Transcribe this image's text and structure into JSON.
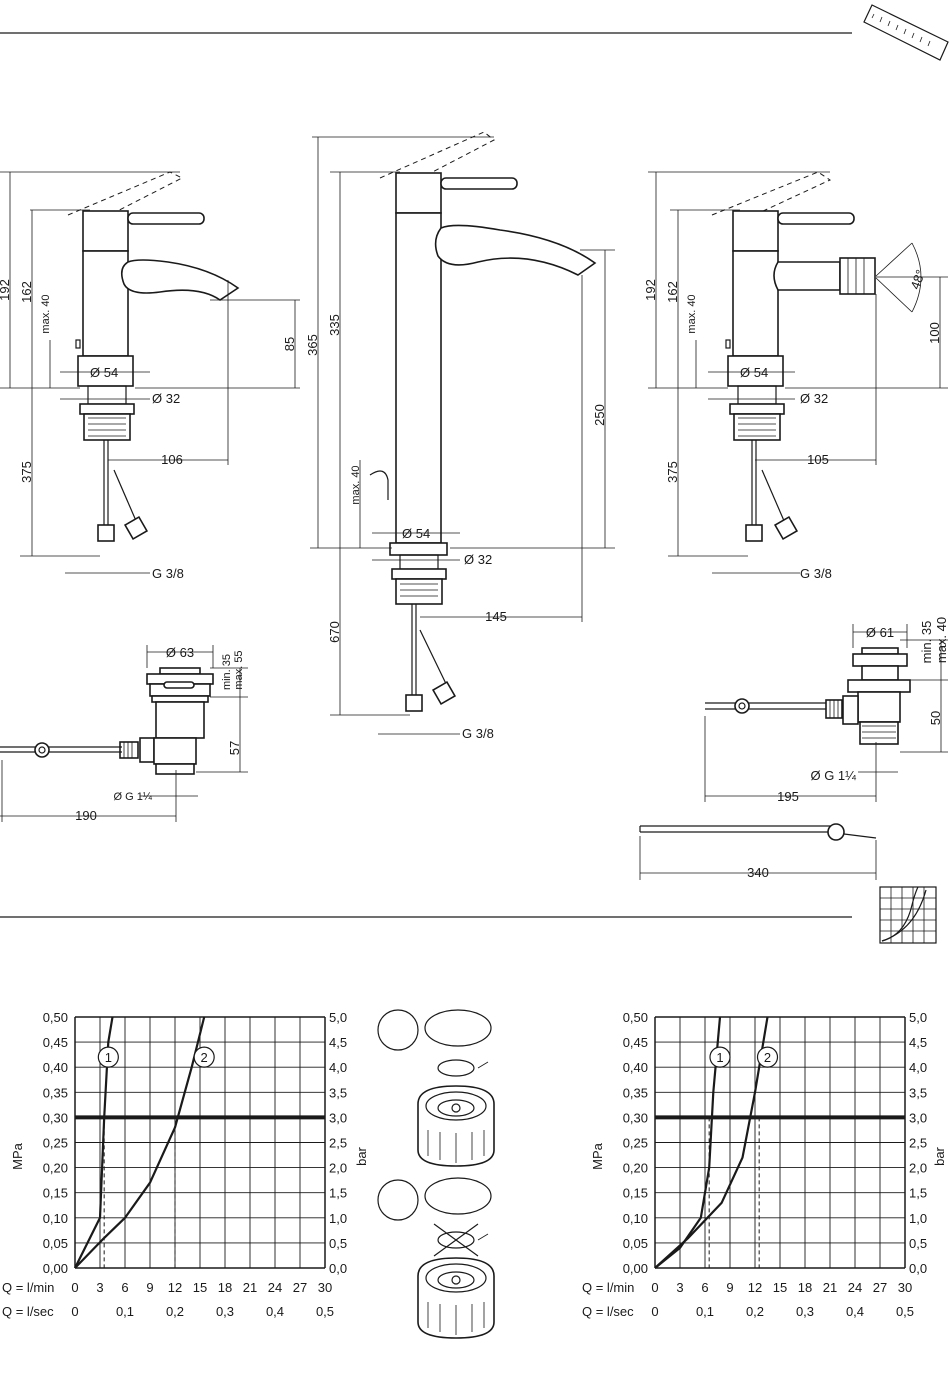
{
  "dimensions": {
    "left": {
      "h_total": "192",
      "h_body": "162",
      "h_pop": "max. 40",
      "dia_base": "Ø 54",
      "dia_shank": "Ø 32",
      "spout_height": "85",
      "below": "375",
      "reach": "106",
      "thread": "G 3/8"
    },
    "center": {
      "h_total": "365",
      "h_body": "335",
      "h_pop": "max. 40",
      "dia_base": "Ø 54",
      "dia_shank": "Ø 32",
      "spout_height": "250",
      "below": "670",
      "reach": "145",
      "thread": "G 3/8"
    },
    "right": {
      "h_total": "192",
      "h_body": "162",
      "h_pop": "max. 40",
      "dia_base": "Ø 54",
      "dia_shank": "Ø 32",
      "angle": "48°",
      "spray_height": "100",
      "below": "375",
      "reach": "105",
      "thread": "G 3/8"
    },
    "waste_left": {
      "dia": "Ø 63",
      "range1": "min. 35",
      "range2": "max. 55",
      "h": "57",
      "thread": "Ø G 1¼",
      "length": "190"
    },
    "waste_right": {
      "dia": "Ø 61",
      "range1": "min. 35",
      "range2": "max. 40",
      "h": "50",
      "thread": "Ø G 1¼",
      "length": "195"
    },
    "rod": {
      "length": "340"
    }
  },
  "flow_charts": {
    "y_left_label": "MPa",
    "y_right_label": "bar",
    "q_lmin_label": "Q = l/min",
    "q_lsec_label": "Q = l/sec",
    "mpa_ticks": [
      "0,00",
      "0,05",
      "0,10",
      "0,15",
      "0,20",
      "0,25",
      "0,30",
      "0,35",
      "0,40",
      "0,45",
      "0,50"
    ],
    "bar_ticks": [
      "0,0",
      "0,5",
      "1,0",
      "1,5",
      "2,0",
      "2,5",
      "3,0",
      "3,5",
      "4,0",
      "4,5",
      "5,0"
    ],
    "lmin_ticks": [
      "0",
      "3",
      "6",
      "9",
      "12",
      "15",
      "18",
      "21",
      "24",
      "27",
      "30"
    ],
    "lsec_ticks": [
      "0",
      "0,1",
      "0,2",
      "0,3",
      "0,4",
      "0,5"
    ],
    "curve_labels": [
      "1",
      "2"
    ]
  },
  "chart_data": [
    {
      "type": "line",
      "xlabel": "Q = l/min",
      "ylabel": "MPa",
      "xlim": [
        0,
        30
      ],
      "ylim": [
        0,
        0.5
      ],
      "grid": true,
      "reference_line_y": 0.3,
      "series": [
        {
          "name": "1",
          "x": [
            0,
            1.5,
            3.0,
            3.5,
            4.0,
            4.5
          ],
          "y": [
            0,
            0.05,
            0.1,
            0.3,
            0.45,
            0.5
          ],
          "marker_x": 3.5
        },
        {
          "name": "2",
          "x": [
            0,
            3.5,
            6,
            9,
            12,
            14,
            15.5
          ],
          "y": [
            0,
            0.06,
            0.1,
            0.17,
            0.28,
            0.4,
            0.5
          ],
          "marker_x": 12
        }
      ]
    },
    {
      "type": "line",
      "xlabel": "Q = l/min",
      "ylabel": "MPa",
      "xlim": [
        0,
        30
      ],
      "ylim": [
        0,
        0.5
      ],
      "grid": true,
      "reference_line_y": 0.3,
      "series": [
        {
          "name": "1",
          "x": [
            0,
            3,
            5.5,
            6.5,
            7.0,
            7.8
          ],
          "y": [
            0,
            0.04,
            0.1,
            0.2,
            0.35,
            0.5
          ],
          "marker_x": 6.5
        },
        {
          "name": "2",
          "x": [
            0,
            4,
            8,
            10.5,
            12,
            13.5
          ],
          "y": [
            0,
            0.06,
            0.13,
            0.22,
            0.35,
            0.5
          ],
          "marker_x": 12.5
        }
      ]
    }
  ]
}
